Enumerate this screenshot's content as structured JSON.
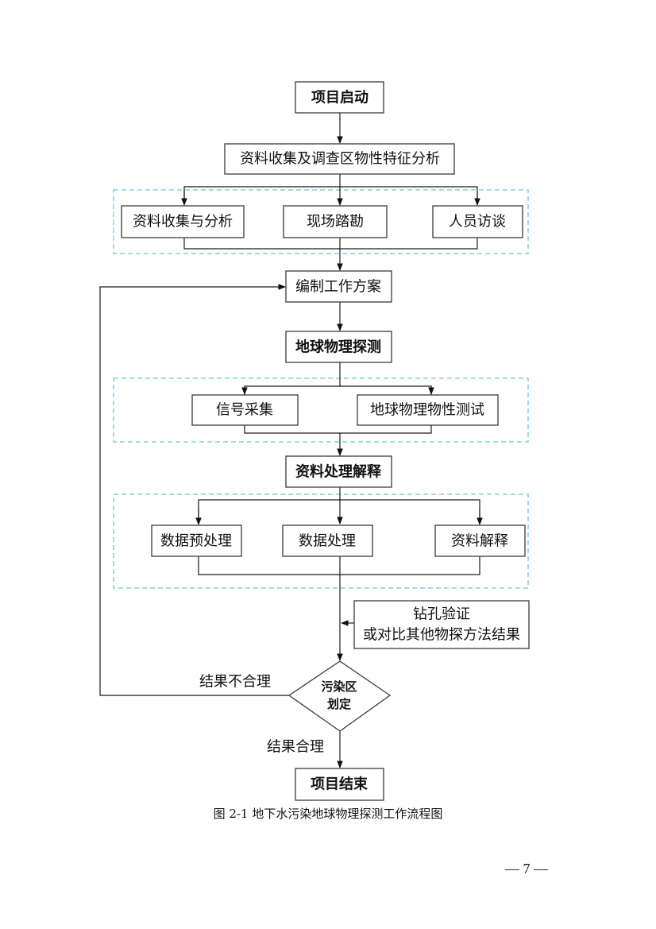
{
  "flowchart": {
    "start": "项目启动",
    "collect_analyze": "资料收集及调查区物性特征分析",
    "group1": [
      "资料收集与分析",
      "现场踏勘",
      "人员访谈"
    ],
    "plan": "编制工作方案",
    "geophysics": "地球物理探测",
    "group2": [
      "信号采集",
      "地球物理物性测试"
    ],
    "processing": "资料处理解释",
    "group3": [
      "数据预处理",
      "数据处理",
      "资料解释"
    ],
    "verify_line1": "钻孔验证",
    "verify_line2": "或对比其他物探方法结果",
    "decision_line1": "污染区",
    "decision_line2": "划定",
    "label_unreasonable": "结果不合理",
    "label_reasonable": "结果合理",
    "end": "项目结束"
  },
  "caption": "图 2-1  地下水污染地球物理探测工作流程图",
  "page_number": "— 7 —"
}
